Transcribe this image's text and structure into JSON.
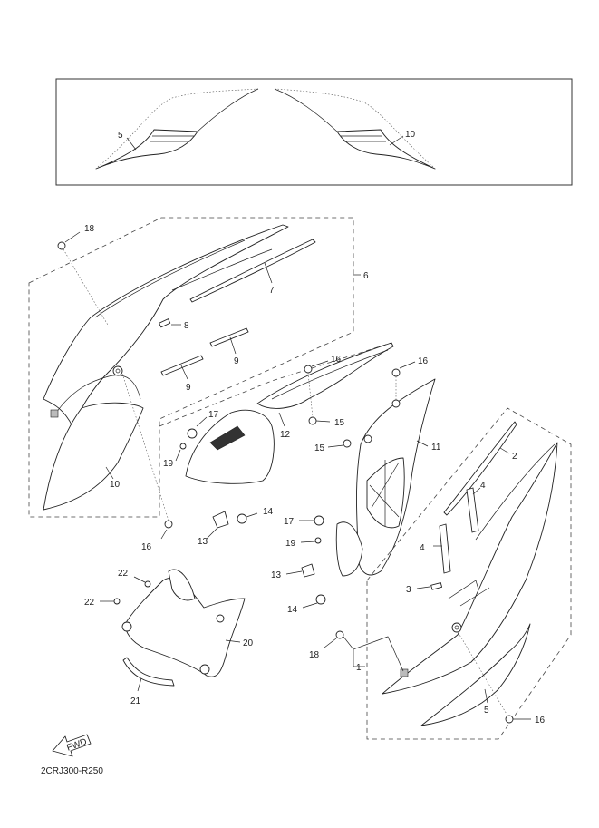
{
  "diagram": {
    "code": "2CRJ300-R250",
    "fwd_label": "FWD",
    "callouts": {
      "c5_top": "5",
      "c10_top": "10",
      "c18_a": "18",
      "c6": "6",
      "c7": "7",
      "c8": "8",
      "c9_a": "9",
      "c9_b": "9",
      "c10": "10",
      "c16_a": "16",
      "c16_b": "16",
      "c16_c": "16",
      "c16_d": "16",
      "c17_a": "17",
      "c17_b": "17",
      "c19_a": "19",
      "c19_b": "19",
      "c12": "12",
      "c15_a": "15",
      "c15_b": "15",
      "c11": "11",
      "c13_a": "13",
      "c13_b": "13",
      "c14_a": "14",
      "c14_b": "14",
      "c2": "2",
      "c4_a": "4",
      "c4_b": "4",
      "c3": "3",
      "c22_a": "22",
      "c22_b": "22",
      "c20": "20",
      "c21": "21",
      "c18_b": "18",
      "c1": "1",
      "c5_b": "5"
    }
  }
}
